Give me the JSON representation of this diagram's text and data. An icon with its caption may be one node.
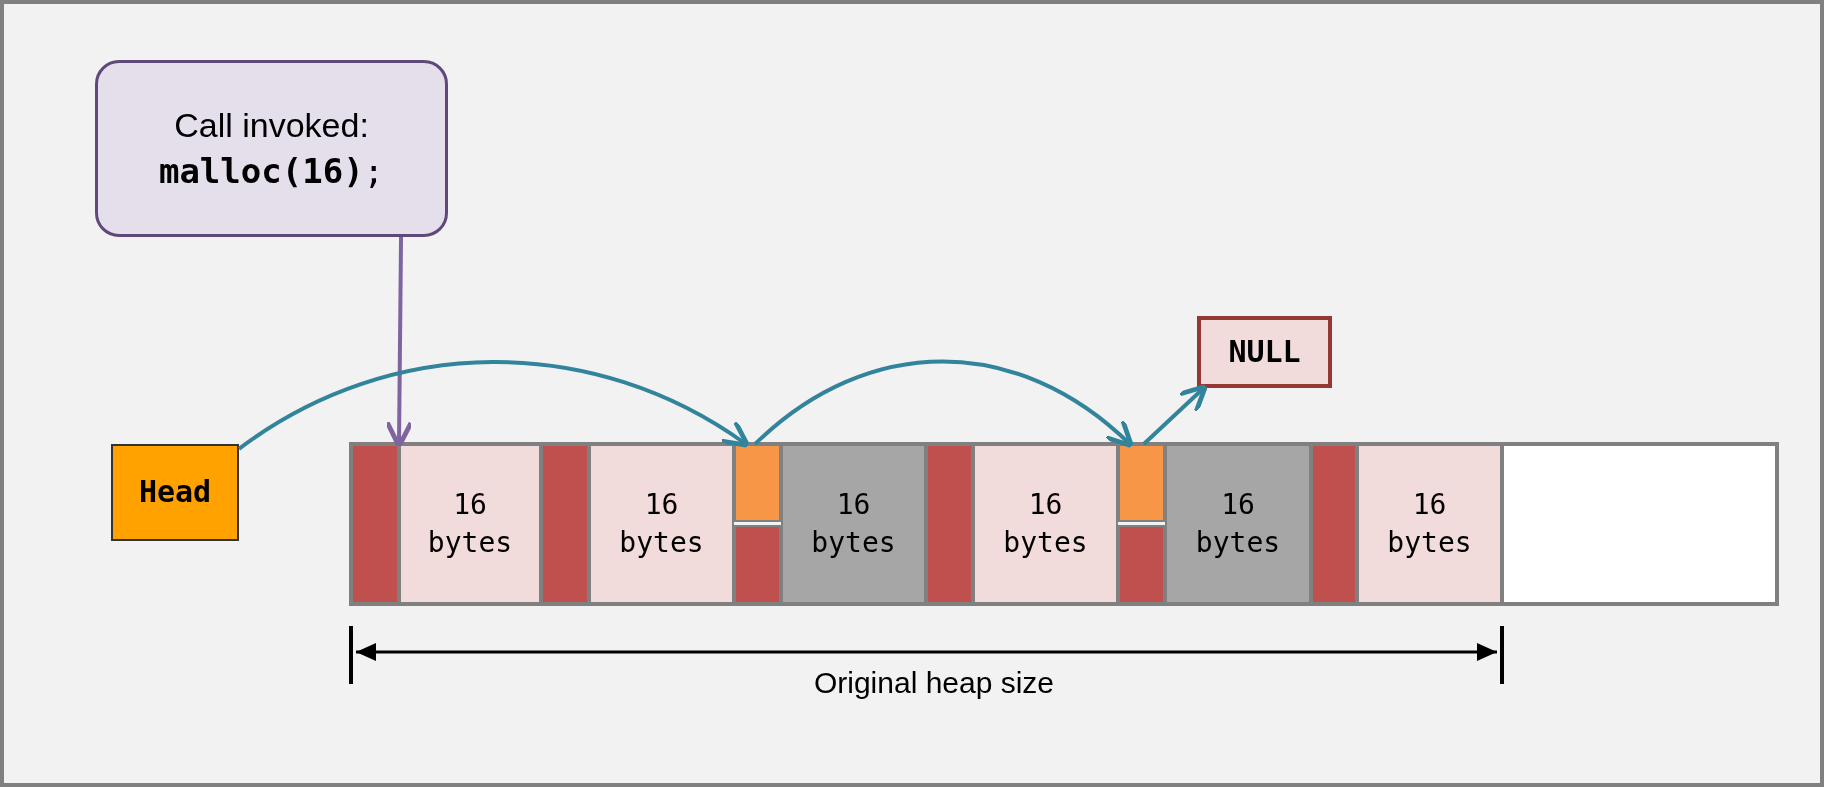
{
  "diagram": {
    "nodes": [
      {
        "text": [
          "Call invoked:",
          "**malloc(16)**;"
        ]
      },
      {
        "text": [
          "Head"
        ]
      },
      {
        "text": [
          "NULL"
        ]
      },
      {
        "text": [],
        "shape": "box"
      },
      {
        "text": [],
        "shape": "box",
        "in": 3
      },
      {
        "text": [
          "16 bytes"
        ],
        "in": 3
      },
      {
        "text": [],
        "shape": "box",
        "in": 3
      },
      {
        "text": [
          "16 bytes"
        ],
        "in": 3
      },
      {
        "text": [],
        "shape": "box",
        "in": 3
      },
      {
        "text": [],
        "shape": "box",
        "in": 3
      },
      {
        "text": [
          "16 bytes"
        ],
        "in": 3
      },
      {
        "text": [],
        "shape": "box",
        "in": 3
      },
      {
        "text": [
          "16 bytes"
        ],
        "in": 3
      },
      {
        "text": [],
        "shape": "box",
        "in": 3
      },
      {
        "text": [],
        "shape": "box",
        "in": 3
      },
      {
        "text": [
          "16 bytes"
        ],
        "in": 3
      },
      {
        "text": [],
        "shape": "box",
        "in": 3
      },
      {
        "text": [
          "16 bytes"
        ],
        "in": 3
      },
      {
        "text": [],
        "shape": "box",
        "in": 3
      }
    ],
    "edges": [
      {
        "from": 0,
        "to": 5,
        "arrow": "to",
        "color": "#8064a2"
      },
      {
        "from": 1,
        "to": 8,
        "arrow": "to"
      },
      {
        "from": 8,
        "to": 13,
        "arrow": "to"
      },
      {
        "from": 13,
        "to": 2,
        "arrow": "to"
      }
    ],
    "labels": [
      "Original heap size"
    ]
  }
}
